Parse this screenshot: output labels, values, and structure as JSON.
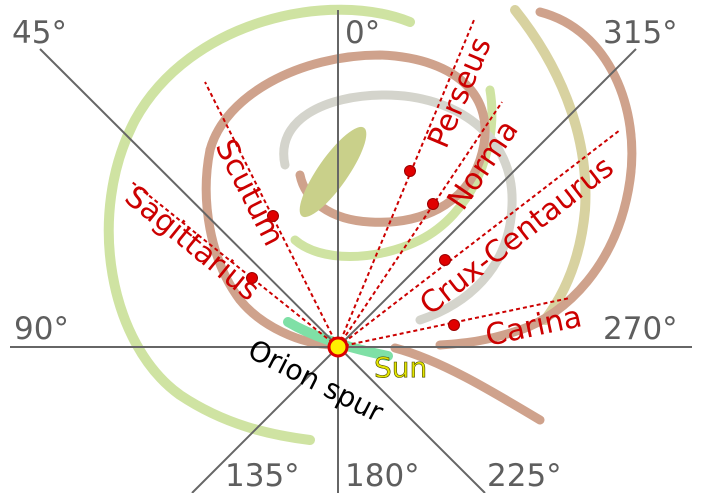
{
  "longitude_labels": {
    "deg_0": "0°",
    "deg_45": "45°",
    "deg_90": "90°",
    "deg_135": "135°",
    "deg_180": "180°",
    "deg_225": "225°",
    "deg_270": "270°",
    "deg_315": "315°"
  },
  "arm_labels": {
    "perseus": "Perseus",
    "norma": "Norma",
    "crux_centaurus": "Crux-Centaurus",
    "carina": "Carina",
    "scutum": "Scutum",
    "sagittarius": "Sagittarius"
  },
  "local_labels": {
    "sun": "Sun",
    "orion_spur": "Orion spur"
  },
  "colors": {
    "axis_lines": "#666666",
    "tangent_lines": "#cc0000",
    "tangent_points": "#e00000",
    "outer_arm": "#cfe3a2",
    "brown_arm": "#cfa28c",
    "grey_arm": "#d4d4cc",
    "olive_arm": "#d8d2a0",
    "galactic_bar": "#c9d08a",
    "orion_spur": "#7fe0a6",
    "sun_fill": "#ffee00",
    "sun_stroke": "#dd0000"
  }
}
